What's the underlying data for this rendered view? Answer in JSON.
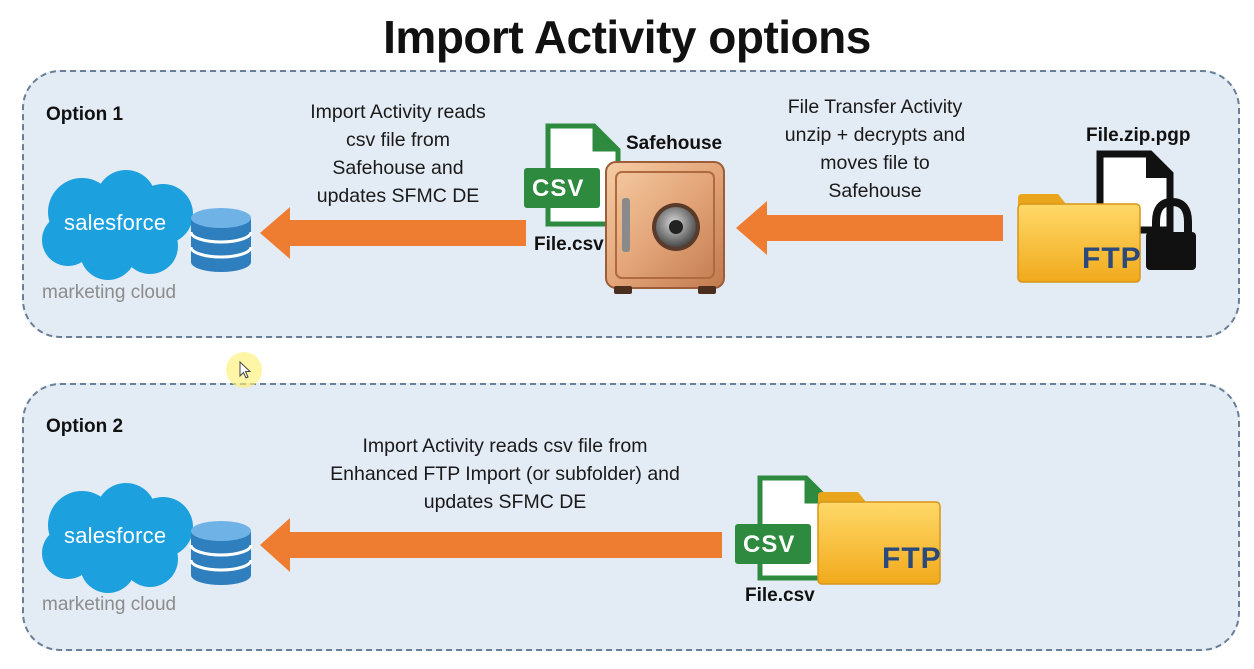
{
  "title": "Import Activity options",
  "option1": {
    "label": "Option 1",
    "import_desc": [
      "Import Activity reads",
      "csv file from",
      "Safehouse and",
      "updates SFMC DE"
    ],
    "transfer_desc": [
      "File Transfer Activity",
      "unzip + decrypts and",
      "moves file to",
      "Safehouse"
    ],
    "safehouse_label": "Safehouse",
    "file_csv_label": "File.csv",
    "file_zip_label": "File.zip.pgp",
    "salesforce_text": "salesforce",
    "marketing_cloud_text": "marketing cloud",
    "csv_badge": "CSV",
    "ftp_text": "FTP"
  },
  "option2": {
    "label": "Option 2",
    "import_desc": [
      "Import Activity reads csv file from",
      "Enhanced FTP Import (or subfolder) and",
      "updates SFMC DE"
    ],
    "file_csv_label": "File.csv",
    "salesforce_text": "salesforce",
    "marketing_cloud_text": "marketing cloud",
    "csv_badge": "CSV",
    "ftp_text": "FTP"
  },
  "colors": {
    "arrow": "#ee7d31",
    "panel_bg": "#e3ebf5",
    "salesforce_blue": "#1ca0de",
    "folder_yellow": "#f7bf2e",
    "csv_green": "#2e8a3e"
  }
}
